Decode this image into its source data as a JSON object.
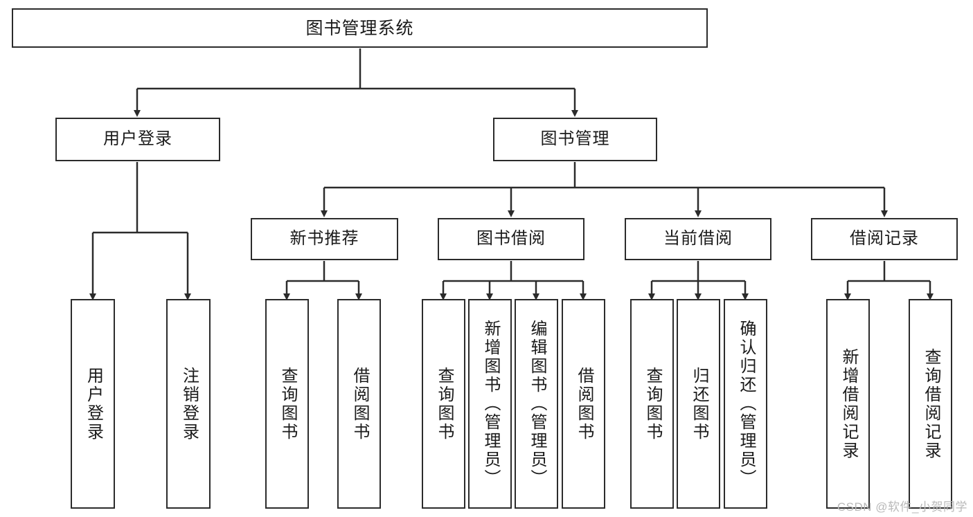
{
  "diagram": {
    "title": "图书管理系统",
    "watermark": "CSDN @软件_小贺同学",
    "levels": {
      "root_label": "图书管理系统",
      "level2": [
        {
          "id": "user-login",
          "label": "用户登录"
        },
        {
          "id": "book-manage",
          "label": "图书管理"
        }
      ],
      "level3": [
        {
          "id": "new-book-recommend",
          "label": "新书推荐"
        },
        {
          "id": "book-borrow",
          "label": "图书借阅"
        },
        {
          "id": "current-borrow",
          "label": "当前借阅"
        },
        {
          "id": "borrow-record",
          "label": "借阅记录"
        }
      ],
      "leaves": {
        "user_login": [
          {
            "id": "leaf-user-login",
            "label": "用户登录"
          },
          {
            "id": "leaf-logout-login",
            "label": "注销登录"
          }
        ],
        "new_book_recommend": [
          {
            "id": "leaf-query-book-1",
            "label": "查询图书"
          },
          {
            "id": "leaf-borrow-book-1",
            "label": "借阅图书"
          }
        ],
        "book_borrow": [
          {
            "id": "leaf-query-book-2",
            "label": "查询图书"
          },
          {
            "id": "leaf-add-book",
            "label": "新增图书（管理员）"
          },
          {
            "id": "leaf-edit-book",
            "label": "编辑图书（管理员）"
          },
          {
            "id": "leaf-borrow-book-2",
            "label": "借阅图书"
          }
        ],
        "current_borrow": [
          {
            "id": "leaf-query-book-3",
            "label": "查询图书"
          },
          {
            "id": "leaf-return-book",
            "label": "归还图书"
          },
          {
            "id": "leaf-confirm-return",
            "label": "确认归还（管理员）"
          }
        ],
        "borrow_record": [
          {
            "id": "leaf-add-record",
            "label": "新增借阅记录"
          },
          {
            "id": "leaf-query-record",
            "label": "查询借阅记录"
          }
        ]
      }
    },
    "colors": {
      "stroke": "#2b2b2b",
      "background": "#ffffff",
      "text": "#1a1a1a",
      "watermark": "#b9b9b9"
    }
  }
}
